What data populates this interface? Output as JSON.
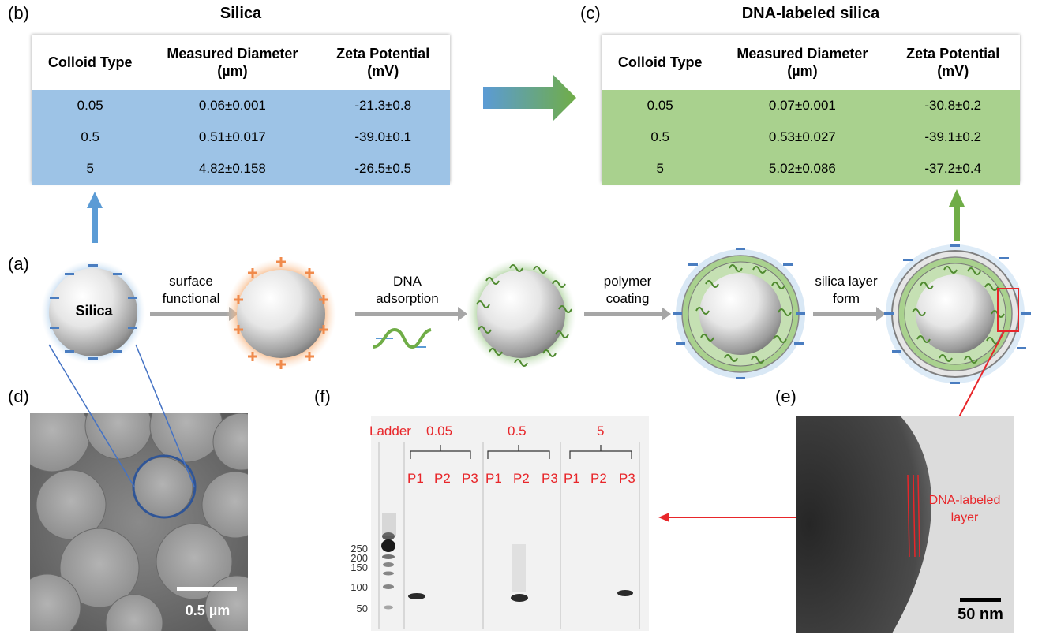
{
  "panel_b": {
    "label": "(b)",
    "title": "Silica",
    "headers": [
      "Colloid Type",
      "Measured Diameter (µm)",
      "Zeta Potential (mV)"
    ],
    "rows": [
      [
        "0.05",
        "0.06±0.001",
        "-21.3±0.8"
      ],
      [
        "0.5",
        "0.51±0.017",
        "-39.0±0.1"
      ],
      [
        "5",
        "4.82±0.158",
        "-26.5±0.5"
      ]
    ],
    "fill_color": "#9dc3e6"
  },
  "panel_c": {
    "label": "(c)",
    "title": "DNA-labeled silica",
    "headers": [
      "Colloid Type",
      "Measured Diameter (µm)",
      "Zeta Potential (mV)"
    ],
    "rows": [
      [
        "0.05",
        "0.07±0.001",
        "-30.8±0.2"
      ],
      [
        "0.5",
        "0.53±0.027",
        "-39.1±0.2"
      ],
      [
        "5",
        "5.02±0.086",
        "-37.2±0.4"
      ]
    ],
    "fill_color": "#a9d18e"
  },
  "panel_a": {
    "label": "(a)",
    "particle_label": "Silica",
    "steps": [
      {
        "line1": "surface",
        "line2": "functional"
      },
      {
        "line1": "DNA",
        "line2": "adsorption"
      },
      {
        "line1": "polymer",
        "line2": "coating"
      },
      {
        "line1": "silica layer",
        "line2": "form"
      }
    ]
  },
  "panel_d": {
    "label": "(d)",
    "scale": "0.5 µm"
  },
  "panel_e": {
    "label": "(e)",
    "annotation_line1": "DNA-labeled",
    "annotation_line2": "layer",
    "scale": "50 nm"
  },
  "panel_f": {
    "label": "(f)",
    "ladder_label": "Ladder",
    "groups": [
      "0.05",
      "0.5",
      "5"
    ],
    "lanes": [
      "P1",
      "P2",
      "P3",
      "P1",
      "P2",
      "P3",
      "P1",
      "P2",
      "P3"
    ],
    "ladder_sizes": [
      "250",
      "200",
      "150",
      "100",
      "50"
    ]
  },
  "colors": {
    "blue_arrow": "#5b9bd5",
    "green_arrow": "#70ad47",
    "red": "#e8262a",
    "gray_arrow": "#a6a6a6"
  }
}
